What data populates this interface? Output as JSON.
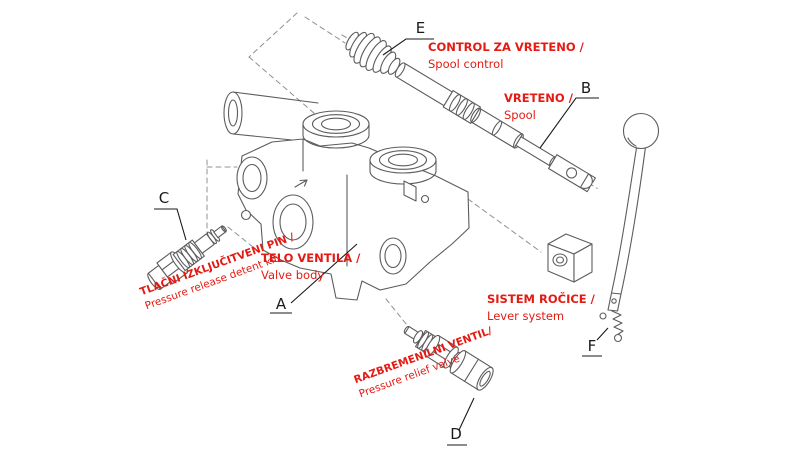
{
  "diagram": {
    "labels": {
      "A": {
        "letter": "A",
        "line1": "TELO VENTILA /",
        "line2": "Valve body"
      },
      "B": {
        "letter": "B",
        "line1": "VRETENO /",
        "line2": "Spool"
      },
      "C": {
        "letter": "C",
        "line1": "TLAČNI IZKLJUČITVENI PIN /",
        "line2": "Pressure release detent kit"
      },
      "D": {
        "letter": "D",
        "line1": "RAZBREMENILNI VENTIL/",
        "line2": "Pressure relief valve"
      },
      "E": {
        "letter": "E",
        "line1": "CONTROL ZA VRETENO /",
        "line2": "Spool control"
      },
      "F": {
        "letter": "F",
        "line1": "SISTEM ROČICE /",
        "line2": "Lever system"
      }
    },
    "colors": {
      "label_red": "#e41a13",
      "letter_black": "#1a1a1a",
      "drawing_gray": "#5c5c5c"
    }
  }
}
